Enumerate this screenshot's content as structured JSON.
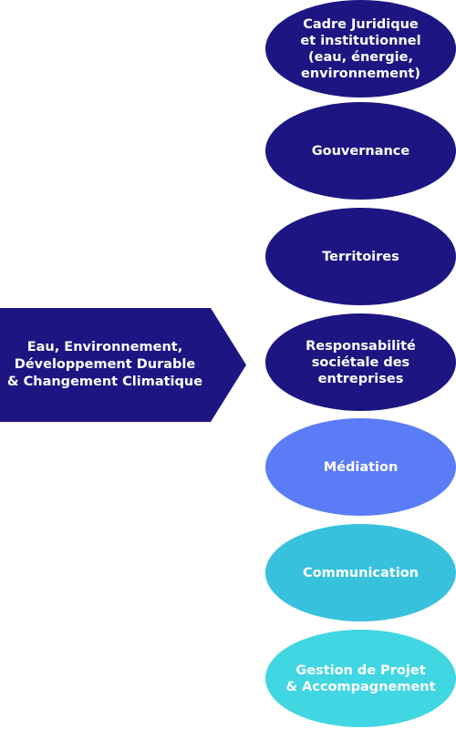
{
  "central": {
    "label": "Eau, Environnement,\nDéveloppement Durable\n& Changement Climatique",
    "color": "#1d1682"
  },
  "topics": [
    {
      "label": "Cadre Juridique\net institutionnel\n(eau, énergie,\nenvironnement)",
      "color": "#1d1682"
    },
    {
      "label": "Gouvernance",
      "color": "#1d1682"
    },
    {
      "label": "Territoires",
      "color": "#1d1682"
    },
    {
      "label": "Responsabilité\nsociétale des\nentreprises",
      "color": "#1d1682"
    },
    {
      "label": "Médiation",
      "color": "#5b7cf7"
    },
    {
      "label": "Communication",
      "color": "#38c1dd"
    },
    {
      "label": "Gestion de Projet\n& Accompagnement",
      "color": "#40d6e2"
    }
  ]
}
